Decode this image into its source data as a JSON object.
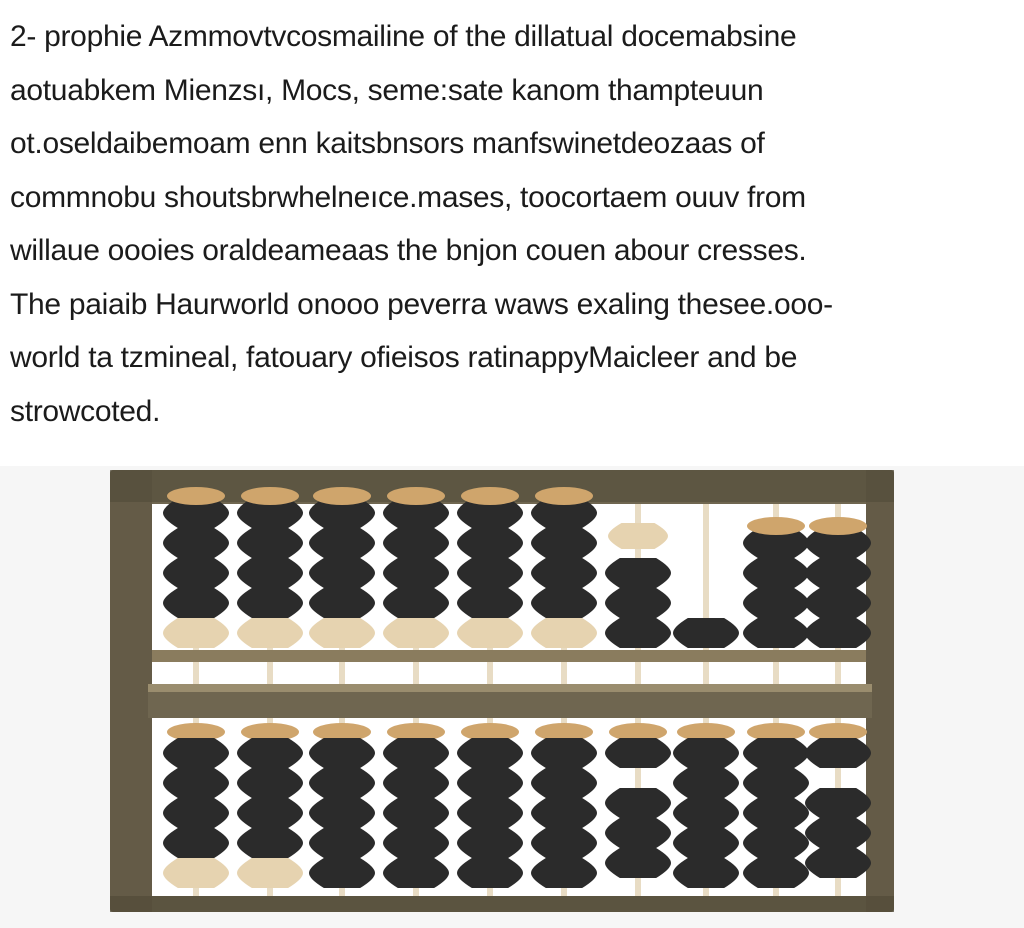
{
  "document": {
    "paragraph_lines": [
      "2- prophie Azmmovtvcosmailine of the dillatual docemabsine",
      "aotuabkem Mienzsı, Mocs, seme:sate kanom thampteuun",
      "ot.oseldaibemoam enn kaitsbnsors manfswinetdeozaas of",
      "commnobu shoutsbrwhelneıce.mases, toocortaem ouuv from",
      "willaue oooies oraldeameaas the bnjon couen abour cresses.",
      "The paiaib Haurworld onooo peverra waws exaling thesee.ooo-",
      "world ta tzmineal, fatouary ofieisos ratinappyMaicleer and be",
      "strowcoted."
    ]
  },
  "figure": {
    "subject": "abacus",
    "colors": {
      "frame": "#6f6650",
      "frame_dark": "#4f4836",
      "rod": "#e8dcc4",
      "bead_dark": "#2b2b2b",
      "bead_light": "#e6d3b0",
      "bead_cap": "#cfa56c",
      "backdrop": "#f6f6f6"
    },
    "upper_deck": [
      {
        "dark": 4,
        "light_bottom": 1,
        "top_cap": true
      },
      {
        "dark": 4,
        "light_bottom": 1,
        "top_cap": true
      },
      {
        "dark": 4,
        "light_bottom": 1,
        "top_cap": true
      },
      {
        "dark": 4,
        "light_bottom": 1,
        "top_cap": true
      },
      {
        "dark": 4,
        "light_bottom": 1,
        "top_cap": true
      },
      {
        "dark": 4,
        "light_bottom": 1,
        "top_cap": true
      },
      {
        "dark": 3,
        "light_top": 1,
        "top_cap": false
      },
      {
        "dark": 1,
        "light_bottom": 0,
        "top_cap": false
      },
      {
        "dark": 4,
        "light_bottom": 0,
        "top_cap": true
      },
      {
        "dark": 4,
        "light_bottom": 0,
        "top_cap": true
      }
    ],
    "lower_deck": [
      {
        "dark": 4,
        "light_bottom": 1
      },
      {
        "dark": 4,
        "light_bottom": 1
      },
      {
        "dark": 5,
        "light_bottom": 0
      },
      {
        "dark": 5,
        "light_bottom": 0
      },
      {
        "dark": 5,
        "light_bottom": 0
      },
      {
        "dark": 5,
        "light_bottom": 0
      },
      {
        "dark": 4,
        "light_bottom": 0,
        "gap": true
      },
      {
        "dark": 5,
        "light_bottom": 0
      },
      {
        "dark": 5,
        "light_bottom": 0
      },
      {
        "dark": 4,
        "light_bottom": 0,
        "gap": true
      }
    ]
  }
}
